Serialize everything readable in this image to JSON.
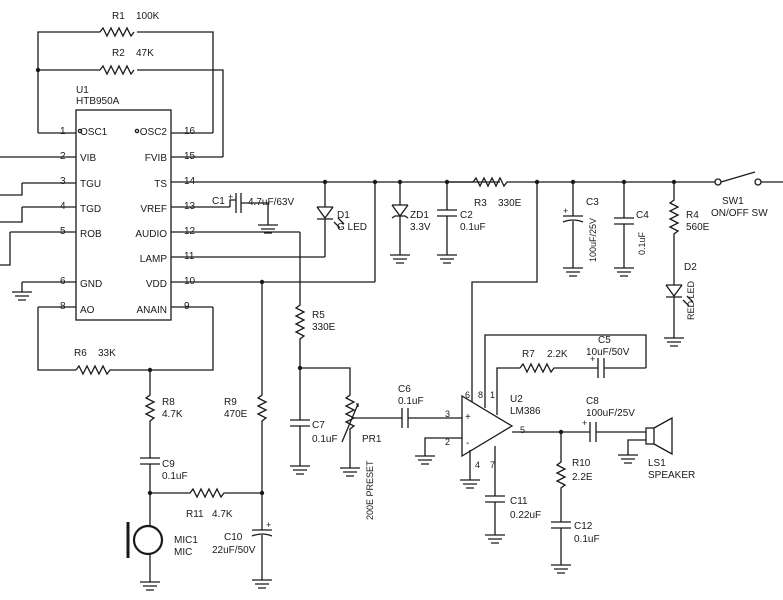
{
  "ic": {
    "ref": "U1",
    "part": "HTB950A",
    "pins_left": [
      {
        "num": "1",
        "name": "OSC1"
      },
      {
        "num": "2",
        "name": "VIB"
      },
      {
        "num": "3",
        "name": "TGU"
      },
      {
        "num": "4",
        "name": "TGD"
      },
      {
        "num": "5",
        "name": "ROB"
      },
      {
        "num": "6",
        "name": "GND"
      },
      {
        "num": "8",
        "name": "AO"
      }
    ],
    "pins_right": [
      {
        "num": "16",
        "name": "OSC2"
      },
      {
        "num": "15",
        "name": "FVIB"
      },
      {
        "num": "14",
        "name": "TS"
      },
      {
        "num": "13",
        "name": "VREF"
      },
      {
        "num": "12",
        "name": "AUDIO"
      },
      {
        "num": "11",
        "name": "LAMP"
      },
      {
        "num": "10",
        "name": "VDD"
      },
      {
        "num": "9",
        "name": "ANAIN"
      }
    ]
  },
  "components": {
    "r1": {
      "ref": "R1",
      "value": "100K"
    },
    "r2": {
      "ref": "R2",
      "value": "47K"
    },
    "r3": {
      "ref": "R3",
      "value": "330E"
    },
    "r4": {
      "ref": "R4",
      "value": "560E"
    },
    "r5": {
      "ref": "R5",
      "value": "330E"
    },
    "r6": {
      "ref": "R6",
      "value": "33K"
    },
    "r7": {
      "ref": "R7",
      "value": "2.2K"
    },
    "r8": {
      "ref": "R8",
      "value": "4.7K"
    },
    "r9": {
      "ref": "R9",
      "value": "470E"
    },
    "r10": {
      "ref": "R10",
      "value": "2.2E"
    },
    "r11": {
      "ref": "R11",
      "value": "4.7K"
    },
    "c1": {
      "ref": "C1",
      "value": "4.7uF/63V"
    },
    "c2": {
      "ref": "C2",
      "value": "0.1uF"
    },
    "c3": {
      "ref": "C3",
      "value": "100uF/25V"
    },
    "c4": {
      "ref": "C4",
      "value": "0.1uF"
    },
    "c5": {
      "ref": "C5",
      "value": "10uF/50V"
    },
    "c6": {
      "ref": "C6",
      "value": "0.1uF"
    },
    "c7": {
      "ref": "C7",
      "value": "0.1uF"
    },
    "c8": {
      "ref": "C8",
      "value": "100uF/25V"
    },
    "c9": {
      "ref": "C9",
      "value": "0.1uF"
    },
    "c10": {
      "ref": "C10",
      "value": "22uF/50V"
    },
    "c11": {
      "ref": "C11",
      "value": "0.22uF"
    },
    "c12": {
      "ref": "C12",
      "value": "0.1uF"
    },
    "d1": {
      "ref": "D1",
      "value": "G LED"
    },
    "d2": {
      "ref": "D2",
      "value": "RED LED"
    },
    "zd1": {
      "ref": "ZD1",
      "value": "3.3V"
    },
    "sw1": {
      "ref": "SW1",
      "value": "ON/OFF SW"
    },
    "pr1": {
      "ref": "PR1",
      "value": "200E PRESET"
    },
    "mic1": {
      "ref": "MIC1",
      "value": "MIC"
    },
    "ls1": {
      "ref": "LS1",
      "value": "SPEAKER"
    },
    "u2": {
      "ref": "U2",
      "value": "LM386"
    }
  },
  "opamp_pins": {
    "p6": "6",
    "p8": "8",
    "p1": "1",
    "p3": "3",
    "p2": "2",
    "p4": "4",
    "p5": "5",
    "p7": "7"
  }
}
